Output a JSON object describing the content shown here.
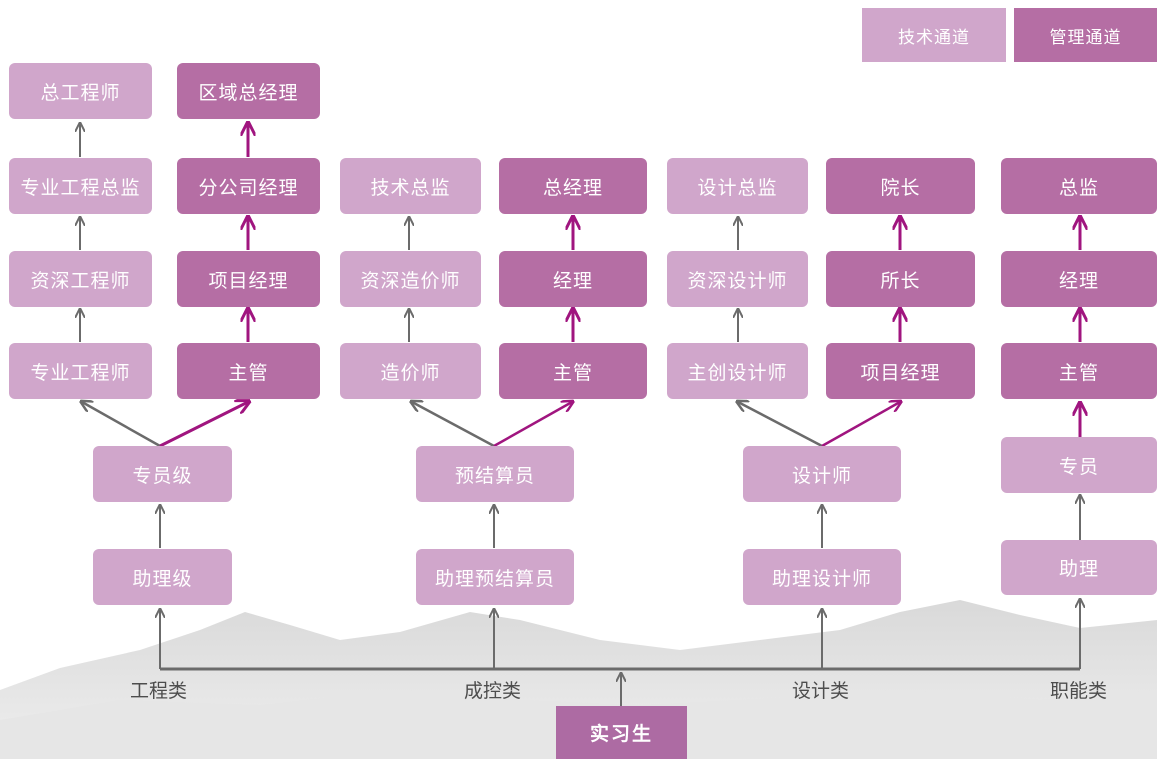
{
  "colors": {
    "technical": "#d0a6cb",
    "management": "#b56ea4",
    "arrow_gray": "#6b6b6b",
    "arrow_purple": "#a0157f"
  },
  "legend": {
    "technical": "技术通道",
    "management": "管理通道"
  },
  "root": "实习生",
  "categories": {
    "engineering": "工程类",
    "cost_control": "成控类",
    "design": "设计类",
    "functional": "职能类"
  },
  "engineering": {
    "tech_track": [
      "专业工程师",
      "资深工程师",
      "专业工程总监",
      "总工程师"
    ],
    "mgmt_track": [
      "主管",
      "项目经理",
      "分公司经理",
      "区域总经理"
    ],
    "base": [
      "助理级",
      "专员级"
    ]
  },
  "cost_control": {
    "tech_track": [
      "造价师",
      "资深造价师",
      "技术总监"
    ],
    "mgmt_track": [
      "主管",
      "经理",
      "总经理"
    ],
    "base": [
      "助理预结算员",
      "预结算员"
    ]
  },
  "design": {
    "tech_track": [
      "主创设计师",
      "资深设计师",
      "设计总监"
    ],
    "mgmt_track": [
      "项目经理",
      "所长",
      "院长"
    ],
    "base": [
      "助理设计师",
      "设计师"
    ]
  },
  "functional": {
    "track": [
      "助理",
      "专员",
      "主管",
      "经理",
      "总监"
    ]
  }
}
